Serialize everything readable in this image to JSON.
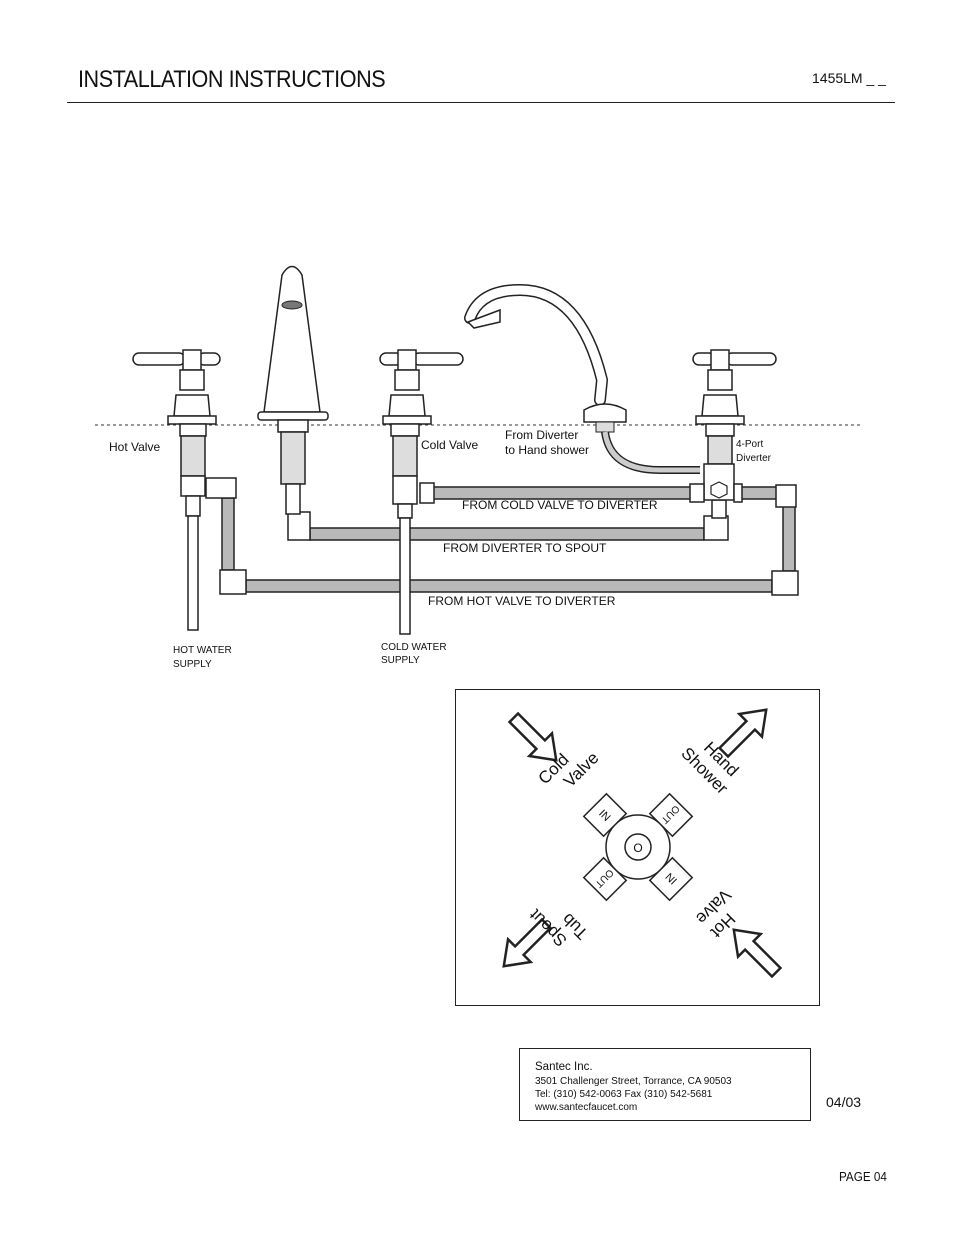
{
  "header": {
    "title": "INSTALLATION INSTRUCTIONS",
    "model": "1455LM _ _"
  },
  "diagram": {
    "labels": {
      "hot_valve": "Hot Valve",
      "cold_valve": "Cold Valve",
      "from_diverter_line1": "From Diverter",
      "from_diverter_line2": "to Hand shower",
      "diverter_line1": "4-Port",
      "diverter_line2": "Diverter",
      "cold_to_diverter": "FROM COLD VALVE TO DIVERTER",
      "diverter_to_spout": "FROM DIVERTER TO SPOUT",
      "hot_to_diverter": "FROM HOT VALVE TO DIVERTER",
      "hot_supply_line1": "HOT WATER",
      "hot_supply_line2": "SUPPLY",
      "cold_supply_line1": "COLD WATER",
      "cold_supply_line2": "SUPPLY"
    }
  },
  "diverter_detail": {
    "center": "O",
    "ports": {
      "top_left": "IN",
      "top_right": "OUT",
      "bottom_left": "OUT",
      "bottom_right": "IN"
    },
    "directions": {
      "cold_line1": "Cold",
      "cold_line2": "Valve",
      "hand_line1": "Hand",
      "hand_line2": "Shower",
      "tub_line1": "Tub",
      "tub_line2": "Spout",
      "hot_line1": "Hot",
      "hot_line2": "Valve"
    }
  },
  "footer": {
    "company": "Santec Inc.",
    "address": "3501 Challenger Street, Torrance, CA 90503",
    "phone": "Tel: (310) 542-0063  Fax (310) 542-5681",
    "website": "www.santecfaucet.com",
    "date": "04/03",
    "page": "PAGE 04"
  }
}
